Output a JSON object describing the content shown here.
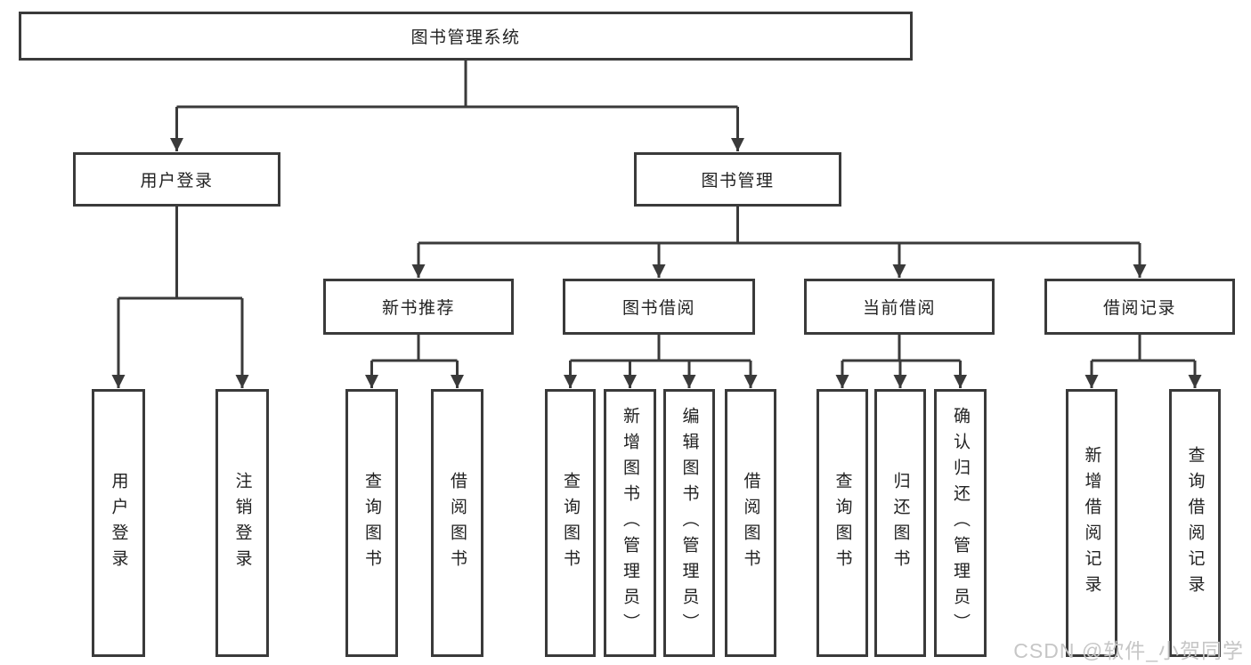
{
  "diagram": {
    "root": {
      "label": "图书管理系统"
    },
    "level2": [
      {
        "label": "用户登录"
      },
      {
        "label": "图书管理"
      }
    ],
    "level3": [
      {
        "label": "新书推荐"
      },
      {
        "label": "图书借阅"
      },
      {
        "label": "当前借阅"
      },
      {
        "label": "借阅记录"
      }
    ],
    "leaves": [
      {
        "label": "用户登录"
      },
      {
        "label": "注销登录"
      },
      {
        "label": "查询图书"
      },
      {
        "label": "借阅图书"
      },
      {
        "label": "查询图书"
      },
      {
        "label": "新增图书（管理员）"
      },
      {
        "label": "编辑图书（管理员）"
      },
      {
        "label": "借阅图书"
      },
      {
        "label": "查询图书"
      },
      {
        "label": "归还图书"
      },
      {
        "label": "确认归还（管理员）"
      },
      {
        "label": "新增借阅记录"
      },
      {
        "label": "查询借阅记录"
      }
    ]
  },
  "watermark": {
    "text": "CSDN @软件_小贺同学"
  },
  "colors": {
    "line": "#3a3a3a",
    "text": "#222222",
    "watermark": "#c6c6c6",
    "background": "#ffffff"
  }
}
